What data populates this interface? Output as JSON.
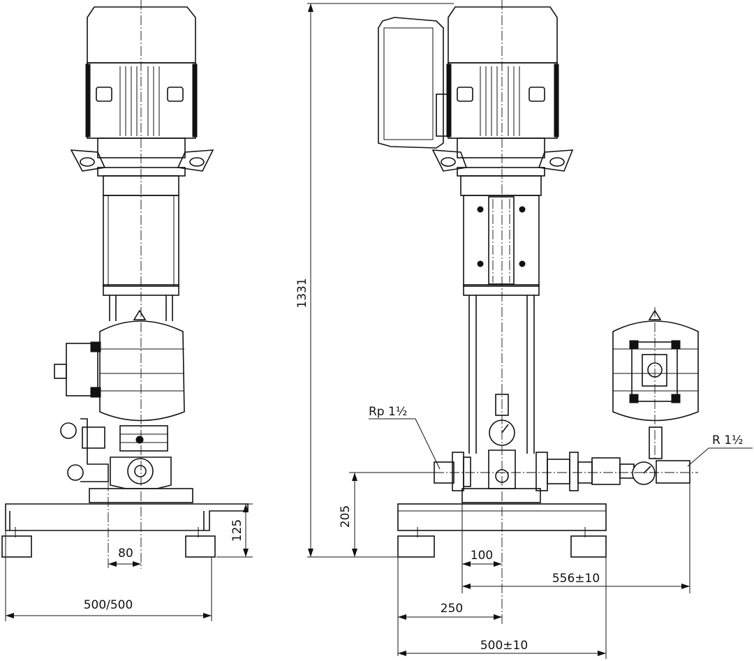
{
  "labels": {
    "conn_suction": "Rp 1½",
    "conn_discharge": "R 1½"
  },
  "dimensions": {
    "total_height": "1331",
    "base_height": "125",
    "inlet_height": "205",
    "left_offset": "80",
    "left_base_width": "500/500",
    "center_offset": "100",
    "pipe_length": "556±10",
    "half_base": "250",
    "base_width": "500±10"
  },
  "colors": {
    "line": "#111111",
    "background": "#ffffff"
  }
}
